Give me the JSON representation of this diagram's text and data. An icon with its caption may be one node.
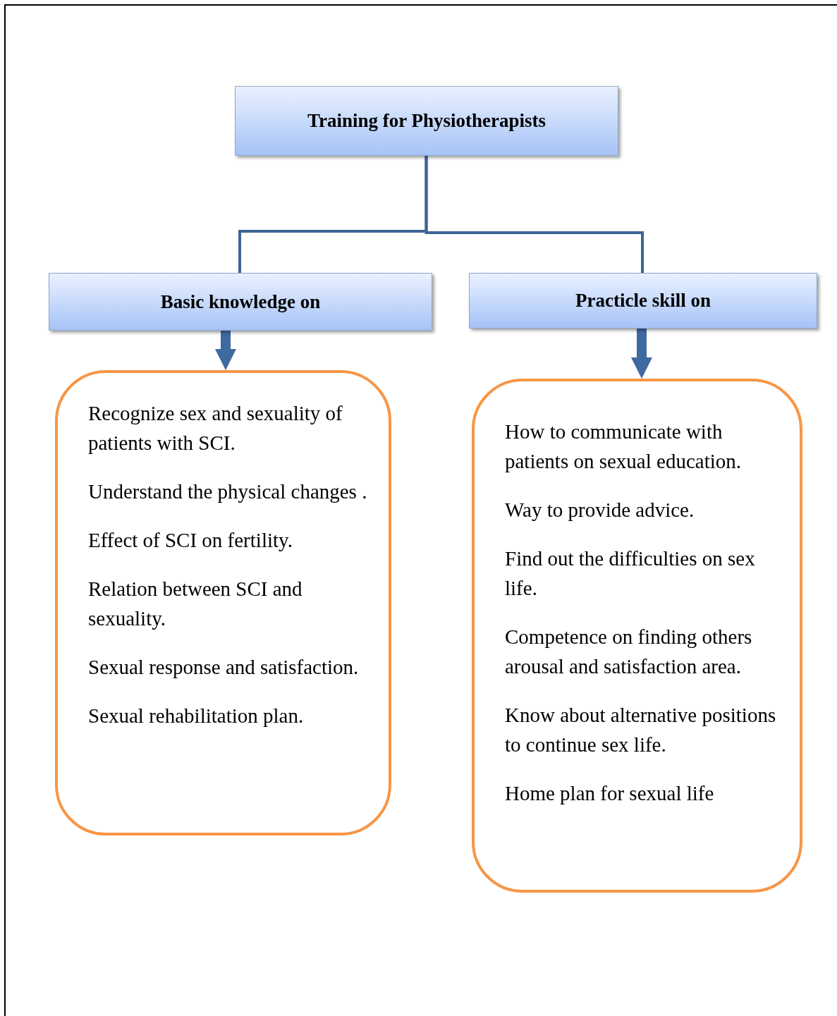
{
  "diagram": {
    "nodes": [
      {
        "text": [
          "Training for Physiotherapists"
        ]
      },
      {
        "text": [
          "Basic knowledge on"
        ]
      },
      {
        "text": [
          "Practicle skill on"
        ]
      },
      {
        "text": [
          "Recognize sex and sexuality of patients with SCI.",
          "Understand the physical changes .",
          "Effect of SCI on fertility.",
          "Relation between SCI and sexuality.",
          "Sexual response and satisfaction.",
          "Sexual rehabilitation plan."
        ]
      },
      {
        "text": [
          "How to communicate with patients on sexual education.",
          "Way to provide advice.",
          "Find out the difficulties on sex life.",
          "Competence on finding others arousal and satisfaction area.",
          "Know about alternative positions to continue sex life.",
          "Home plan for sexual life"
        ]
      }
    ],
    "edges": [
      {
        "from": 0,
        "to": 1,
        "arrow": "none"
      },
      {
        "from": 0,
        "to": 2,
        "arrow": "none"
      },
      {
        "from": 1,
        "to": 3,
        "arrow": "to",
        "style": "thick"
      },
      {
        "from": 2,
        "to": 4,
        "arrow": "to",
        "style": "thick"
      }
    ]
  }
}
